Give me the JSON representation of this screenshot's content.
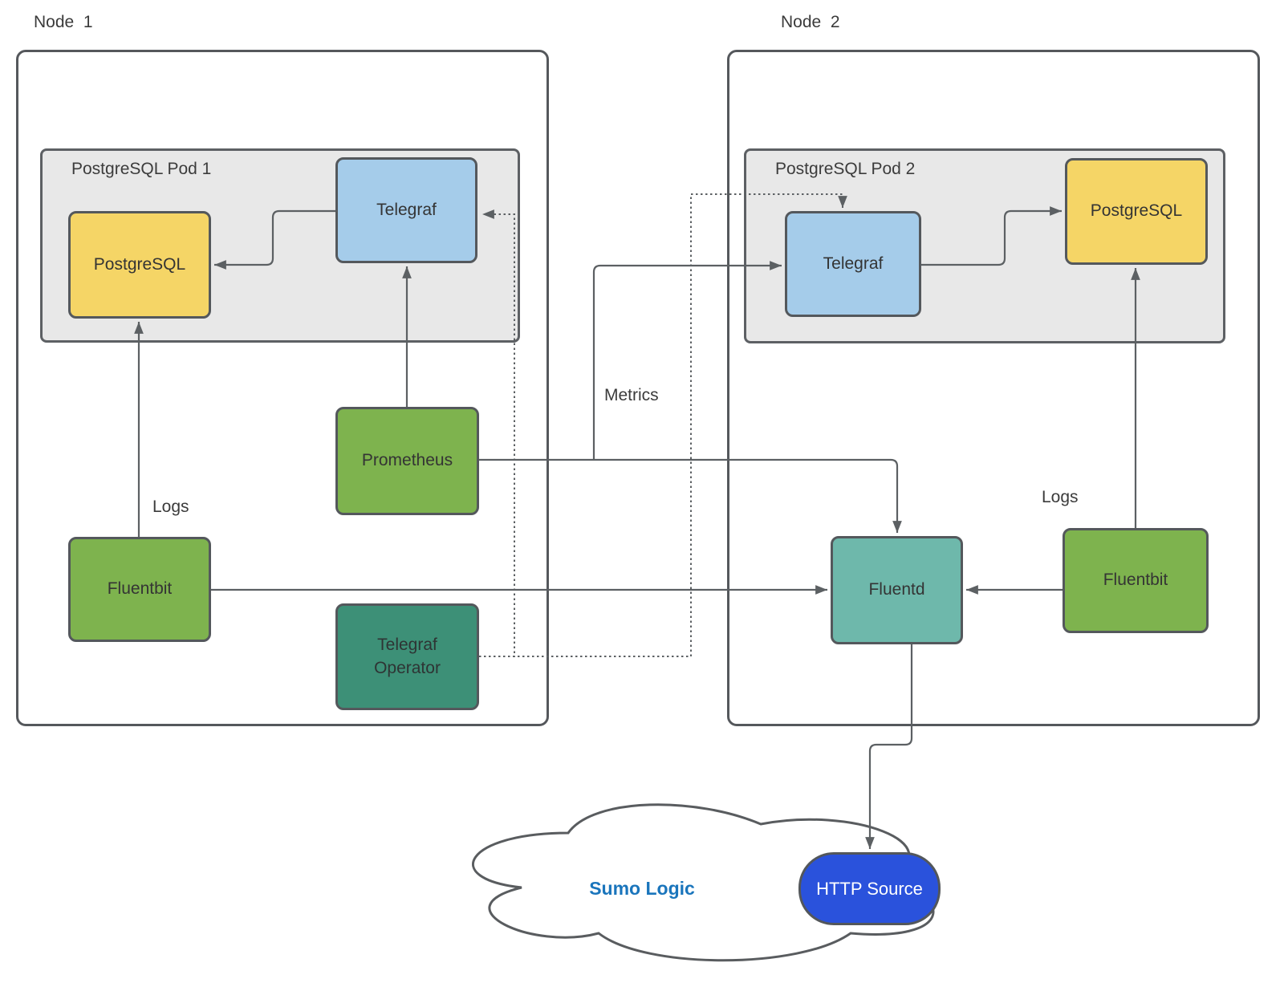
{
  "diagram": {
    "node1": {
      "label": "Node  1",
      "pod": {
        "title": "PostgreSQL Pod 1",
        "postgresql_label": "PostgreSQL",
        "telegraf_label": "Telegraf"
      },
      "prometheus_label": "Prometheus",
      "fluentbit_label": "Fluentbit",
      "telegraf_operator_label": "Telegraf Operator",
      "logs_label": "Logs"
    },
    "node2": {
      "label": "Node  2",
      "pod": {
        "title": "PostgreSQL Pod 2",
        "postgresql_label": "PostgreSQL",
        "telegraf_label": "Telegraf"
      },
      "fluentd_label": "Fluentd",
      "fluentbit_label": "Fluentbit",
      "logs_label": "Logs"
    },
    "edge_labels": {
      "metrics": "Metrics"
    },
    "cloud": {
      "label": "Sumo Logic",
      "http_source_label": "HTTP Source"
    },
    "colors": {
      "postgresql_yellow": "#f5d566",
      "telegraf_blue": "#a5ccea",
      "green": "#7eb34e",
      "telegraf_operator_teal": "#3d9077",
      "fluentd_teal": "#6eb8ab",
      "http_source_blue": "#2a52dc",
      "sumo_logic_text_blue": "#1a75bc",
      "pod_fill_gray": "#e8e8e8",
      "connector_gray": "#5c6063"
    }
  }
}
